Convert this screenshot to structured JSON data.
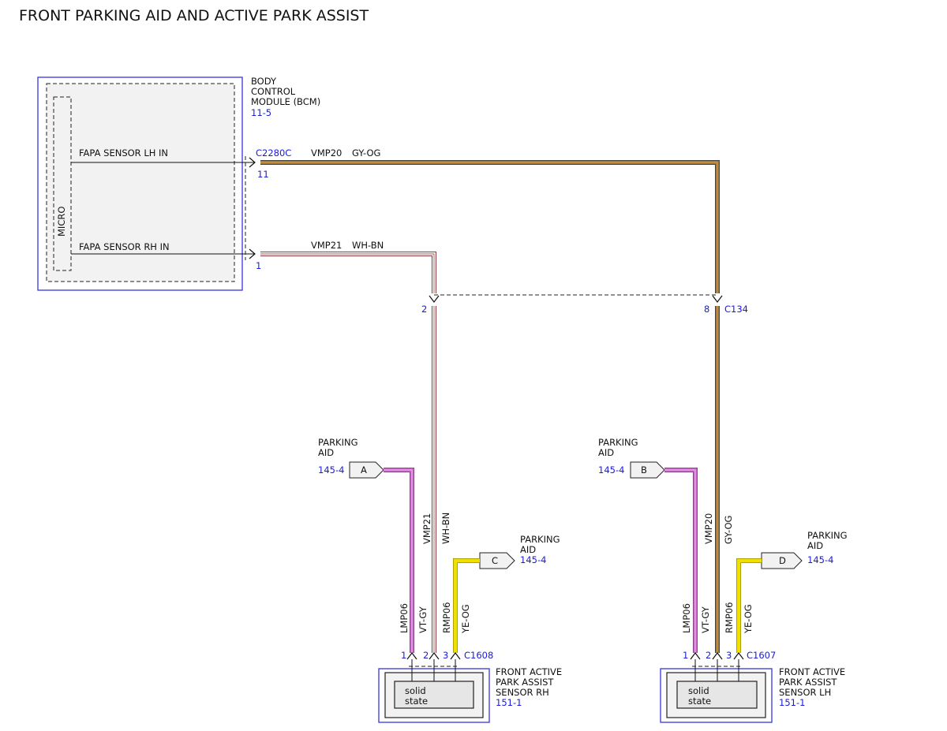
{
  "title": "FRONT PARKING AID AND ACTIVE PARK ASSIST",
  "bcm": {
    "name_lines": [
      "BODY",
      "CONTROL",
      "MODULE (BCM)"
    ],
    "ref": "11-5",
    "micro_label": "MICRO",
    "pin_lh_label": "FAPA SENSOR LH IN",
    "pin_rh_label": "FAPA SENSOR RH IN",
    "connector": "C2280C",
    "pin_lh_num": "11",
    "pin_rh_num": "1"
  },
  "wires": {
    "vmp20": {
      "circuit": "VMP20",
      "color_code": "GY-OG",
      "color_main": "#8c7a55",
      "color_stripe": "#e0902a"
    },
    "vmp21": {
      "circuit": "VMP21",
      "color_code": "WH-BN",
      "color_main": "#ffffff",
      "color_stripe": "#a05050"
    },
    "lmp06": {
      "circuit": "LMP06",
      "color_code": "VT-GY",
      "color_main": "#cc66cc",
      "color_stripe": "#b0b0b0"
    },
    "rmp06": {
      "circuit": "RMP06",
      "color_code": "YE-OG",
      "color_main": "#f0e000",
      "color_stripe": "#e0a000"
    }
  },
  "c134": {
    "connector": "C134",
    "pin_left": "2",
    "pin_right": "8"
  },
  "parking_aid": {
    "label_lines": [
      "PARKING",
      "AID"
    ],
    "ref": "145-4",
    "tags": [
      "A",
      "B",
      "C",
      "D"
    ]
  },
  "sensor_rh": {
    "name_lines": [
      "FRONT ACTIVE",
      "PARK ASSIST",
      "SENSOR RH"
    ],
    "ref": "151-1",
    "connector": "C1608",
    "pins": [
      "1",
      "2",
      "3"
    ],
    "inner_lines": [
      "solid",
      "state"
    ]
  },
  "sensor_lh": {
    "name_lines": [
      "FRONT ACTIVE",
      "PARK ASSIST",
      "SENSOR LH"
    ],
    "ref": "151-1",
    "connector": "C1607",
    "pins": [
      "1",
      "2",
      "3"
    ],
    "inner_lines": [
      "solid",
      "state"
    ]
  }
}
